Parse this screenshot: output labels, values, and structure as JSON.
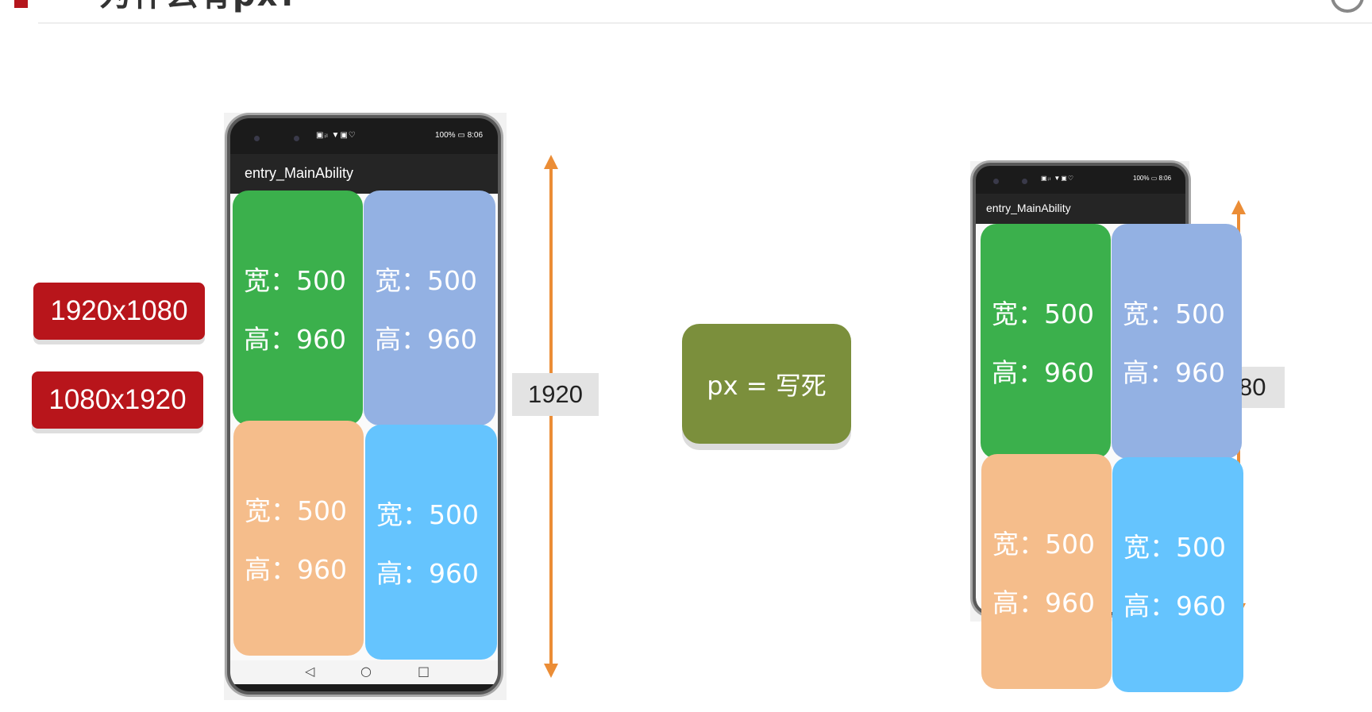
{
  "header": {
    "title_fragment": "为什么有px?"
  },
  "badges": {
    "landscape": "1920x1080",
    "portrait": "1080x1920"
  },
  "phone": {
    "battery": "100%",
    "time": "8:06",
    "app_title": "entry_MainAbility",
    "nav": {
      "back": "◁",
      "home": "○",
      "recent": "□"
    }
  },
  "tile": {
    "width_text": "宽：500",
    "height_text": "高：960"
  },
  "colors": {
    "green": "#3bb04c",
    "lavender": "#93b1e3",
    "peach": "#f5bd8b",
    "sky": "#65c4fe",
    "badge_red": "#b8151b",
    "arrow_orange": "#eb8d36",
    "px_box": "#7b8f3c"
  },
  "dimensions": {
    "left_height": "1920",
    "right_partial": "80"
  },
  "center": {
    "px_label": "px = 写死"
  }
}
